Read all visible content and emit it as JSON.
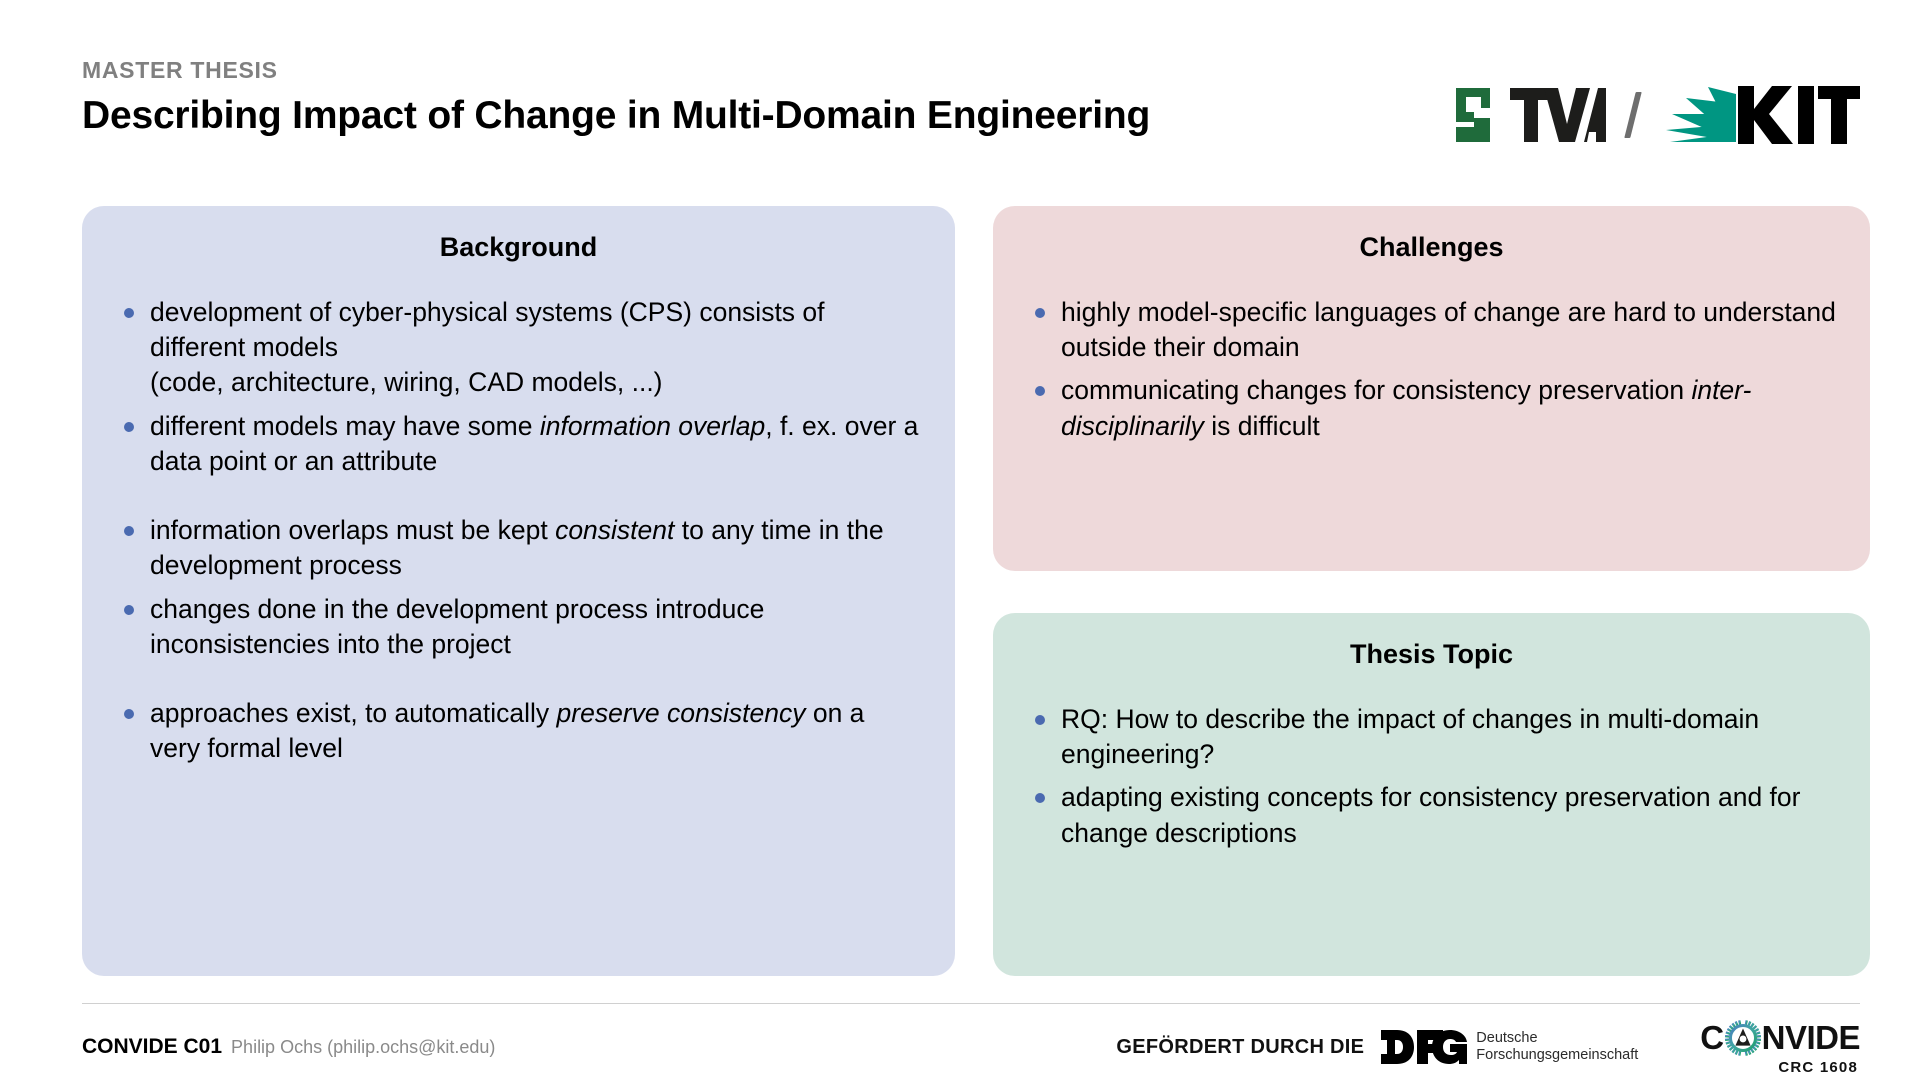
{
  "header": {
    "eyebrow": "MASTER THESIS",
    "title": "Describing Impact of Change in Multi-Domain Engineering",
    "logos": {
      "tva": "TVA",
      "separator": "/",
      "kit": "KIT"
    }
  },
  "panels": {
    "background": {
      "title": "Background",
      "color": "#d8ddee",
      "bullets": [
        {
          "parts": [
            {
              "text": "development of cyber-physical systems (CPS) consists of different models",
              "italic": false
            },
            {
              "text": "\n(code, architecture, wiring, CAD models, ...)",
              "italic": false
            }
          ],
          "gap_before": false
        },
        {
          "parts": [
            {
              "text": "different models may have some ",
              "italic": false
            },
            {
              "text": "information overlap",
              "italic": true
            },
            {
              "text": ", f. ex. over a data point or an attribute",
              "italic": false
            }
          ],
          "gap_before": false
        },
        {
          "parts": [
            {
              "text": "information overlaps must be kept ",
              "italic": false
            },
            {
              "text": "consistent",
              "italic": true
            },
            {
              "text": " to any time in the development process",
              "italic": false
            }
          ],
          "gap_before": true
        },
        {
          "parts": [
            {
              "text": "changes done in the development process introduce inconsistencies into the project",
              "italic": false
            }
          ],
          "gap_before": false
        },
        {
          "parts": [
            {
              "text": "approaches exist, to automatically ",
              "italic": false
            },
            {
              "text": "preserve consistency",
              "italic": true
            },
            {
              "text": " on a very formal level",
              "italic": false
            }
          ],
          "gap_before": true
        }
      ]
    },
    "challenges": {
      "title": "Challenges",
      "color": "#eed9da",
      "bullets": [
        {
          "parts": [
            {
              "text": "highly model-specific languages of change are hard to understand outside their domain",
              "italic": false
            }
          ],
          "gap_before": false
        },
        {
          "parts": [
            {
              "text": "communicating changes for consistency preservation ",
              "italic": false
            },
            {
              "text": "inter-disciplinarily",
              "italic": true
            },
            {
              "text": " is difficult",
              "italic": false
            }
          ],
          "gap_before": false
        }
      ]
    },
    "thesis": {
      "title": "Thesis Topic",
      "color": "#d1e5dd",
      "bullets": [
        {
          "parts": [
            {
              "text": "RQ: How to describe the impact of changes in multi-domain engineering?",
              "italic": false
            }
          ],
          "gap_before": false
        },
        {
          "parts": [
            {
              "text": "adapting existing concepts for consistency preservation and for change descriptions",
              "italic": false
            }
          ],
          "gap_before": false
        }
      ]
    }
  },
  "footer": {
    "project": "CONVIDE C01",
    "author": "Philip Ochs (philip.ochs@kit.edu)",
    "funding_label": "GEFÖRDERT DURCH DIE",
    "dfg_abbr": "DFG",
    "dfg_name_line1": "Deutsche",
    "dfg_name_line2": "Forschungsgemeinschaft",
    "convide_c": "C",
    "convide_rest": "NVIDE",
    "convide_crc": "CRC 1608"
  },
  "colors": {
    "bullet": "#4a6ab0",
    "eyebrow": "#808080",
    "tva_green": "#1f6b3b",
    "kit_green": "#009682"
  }
}
